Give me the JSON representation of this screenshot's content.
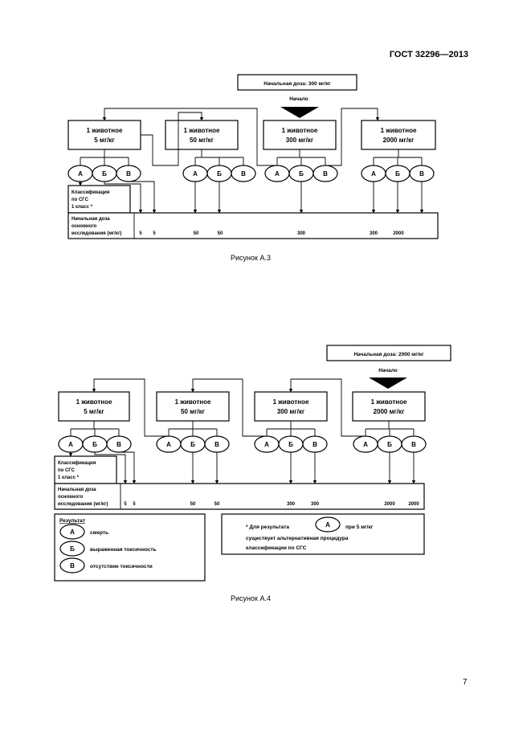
{
  "header": {
    "standard": "ГОСТ 32296—2013"
  },
  "page_number": "7",
  "fig3": {
    "caption": "Рисунок А.3",
    "start_dose": "Начальная доза: 300 мг/кг",
    "start_label": "Начало",
    "boxes": [
      {
        "line1": "1 животное",
        "line2": "5 мг/кг"
      },
      {
        "line1": "1 животное",
        "line2": "50 мг/кг"
      },
      {
        "line1": "1 животное",
        "line2": "300 мг/кг"
      },
      {
        "line1": "1 животное",
        "line2": "2000 мг/кг"
      }
    ],
    "outcomes": [
      "А",
      "Б",
      "В"
    ],
    "classification": [
      "Классификация",
      "по СГС",
      "1 класс *"
    ],
    "doses_label": [
      "Начальная доза",
      "основного",
      "исследования (мг/кг)"
    ],
    "doses": [
      "5",
      "5",
      "50",
      "50",
      "300",
      "300",
      "2000"
    ]
  },
  "fig4": {
    "caption": "Рисунок А.4",
    "start_dose": "Начальная доза: 2000 мг/кг",
    "start_label": "Начало",
    "boxes": [
      {
        "line1": "1 животное",
        "line2": "5 мг/кг"
      },
      {
        "line1": "1 животное",
        "line2": "50 мг/кг"
      },
      {
        "line1": "1 животное",
        "line2": "300 мг/кг"
      },
      {
        "line1": "1 животное",
        "line2": "2000 мг/кг"
      }
    ],
    "outcomes": [
      "А",
      "Б",
      "В"
    ],
    "classification": [
      "Классификация",
      "по СГС",
      "1 класс *"
    ],
    "doses_label": [
      "Начальная доза",
      "основного",
      "исследования (мг/кг)"
    ],
    "doses": [
      "5",
      "5",
      "50",
      "50",
      "300",
      "300",
      "2000",
      "2000"
    ]
  },
  "legend": {
    "title": "Результат",
    "items": [
      {
        "symbol": "А",
        "text": "смерть"
      },
      {
        "symbol": "Б",
        "text": "выраженная токсичность"
      },
      {
        "symbol": "В",
        "text": "отсутствие токсичности"
      }
    ]
  },
  "footnote": {
    "line1_pre": "* Для результата",
    "symbol": "А",
    "line1_post": "при 5 мг/кг",
    "line2": "существует альтернативная процедура",
    "line3": "классификации по СГС"
  }
}
